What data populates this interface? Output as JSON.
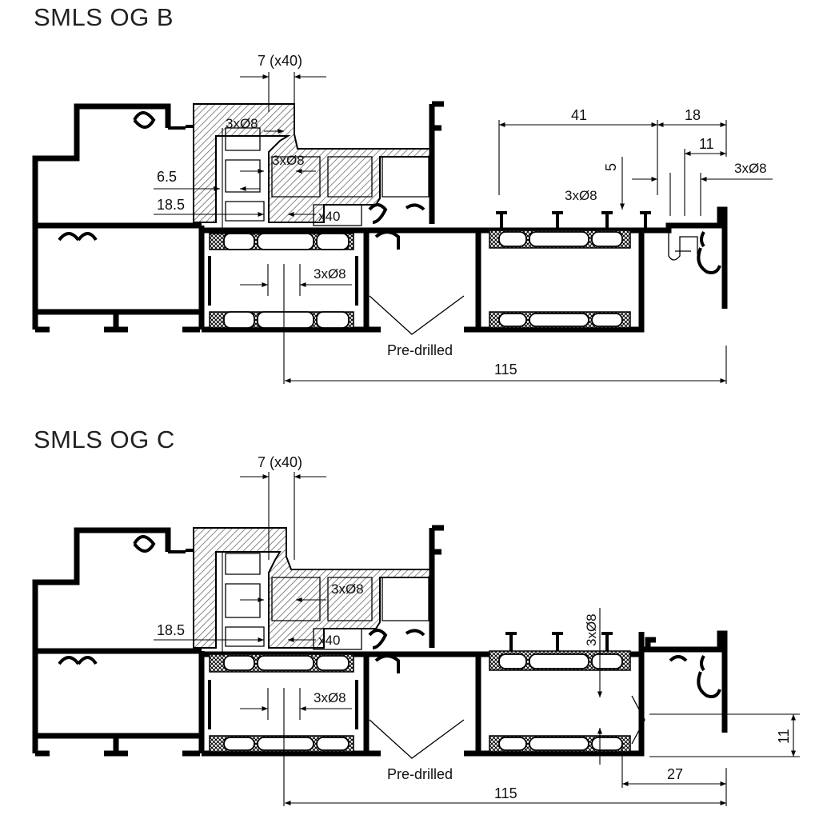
{
  "sections": [
    {
      "title": "SMLS OG B",
      "labels": {
        "top_dim": "7 (x40)",
        "holes_upper_1": "3xØ8",
        "holes_upper_2": "3xØ8",
        "dim_6_5": "6.5",
        "dim_18_5": "18.5",
        "x40": "x40",
        "holes_middle": "3xØ8",
        "predrilled": "Pre-drilled",
        "dim_115": "115",
        "dim_41": "41",
        "dim_18": "18",
        "dim_11": "11",
        "dim_5": "5",
        "holes_right_1": "3xØ8",
        "holes_right_2": "3xØ8"
      }
    },
    {
      "title": "SMLS OG C",
      "labels": {
        "top_dim": "7 (x40)",
        "holes_upper": "3xØ8",
        "dim_18_5": "18.5",
        "x40": "x40",
        "holes_middle": "3xØ8",
        "predrilled": "Pre-drilled",
        "dim_115": "115",
        "holes_vertical": "3xØ8",
        "dim_11": "11",
        "dim_27": "27"
      }
    }
  ]
}
